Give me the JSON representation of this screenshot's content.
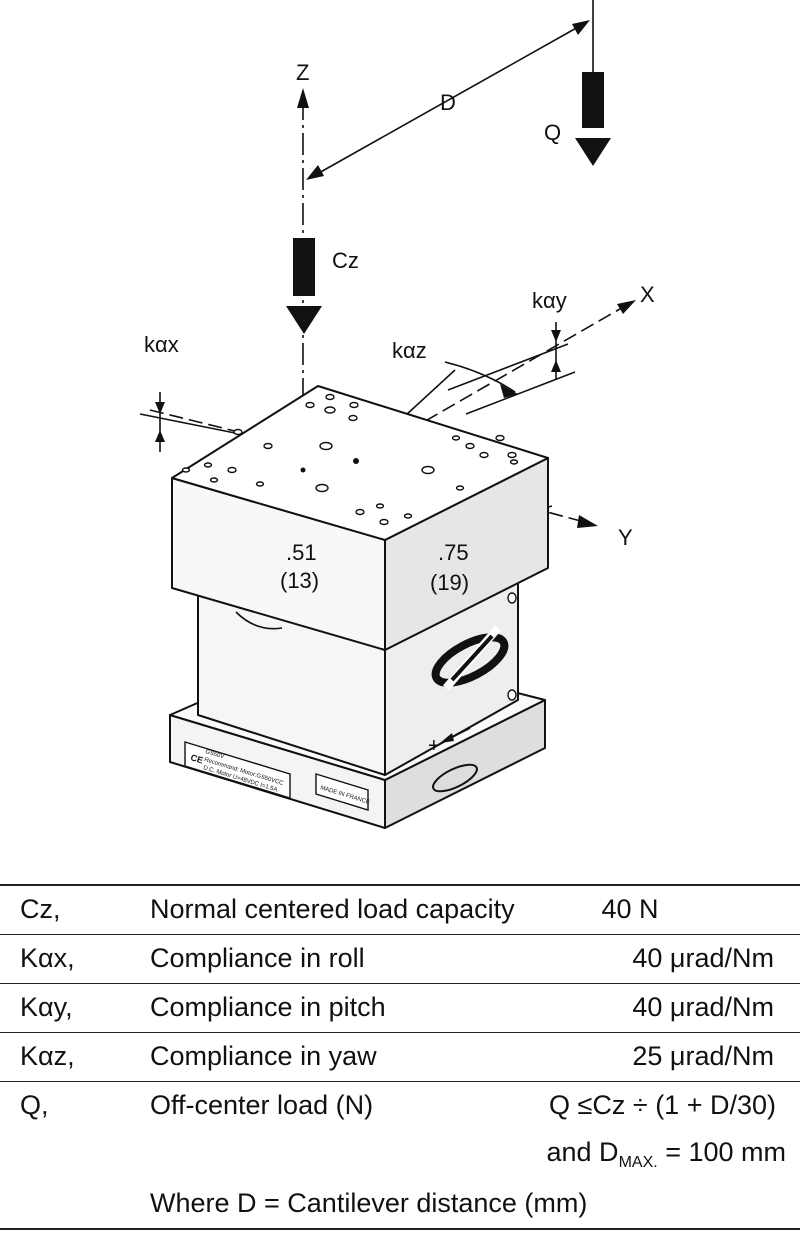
{
  "diagram": {
    "axis_z": "Z",
    "axis_x": "X",
    "axis_y": "Y",
    "dim_d": "D",
    "load_q": "Q",
    "load_cz": "Cz",
    "k_ax": "kαx",
    "k_ay": "kαy",
    "k_az": "kαz",
    "dim1_in": ".51",
    "dim1_mm": "(13)",
    "dim2_in": ".75",
    "dim2_mm": "(19)",
    "plate_line1": "GS50V",
    "plate_line2": "Recommand: Motor:GS50VCC",
    "plate_line3": "D.C. Motor U=48VDC I=1.5A",
    "made_in": "MADE IN FRANCE",
    "direction_mark": "+"
  },
  "table": {
    "rows": [
      {
        "symbol": "Cz,",
        "description": "Normal centered load capacity",
        "value": "40 N"
      },
      {
        "symbol": "Kαx,",
        "description": "Compliance in roll",
        "value": "40 μrad/Nm"
      },
      {
        "symbol": "Kαy,",
        "description": "Compliance in pitch",
        "value": "40 μrad/Nm"
      },
      {
        "symbol": "Kαz,",
        "description": "Compliance in yaw",
        "value": "25 μrad/Nm"
      },
      {
        "symbol": "Q,",
        "description": "Off-center load (N)",
        "value": "Q ≤Cz ÷ (1 + D/30)"
      }
    ],
    "dmax_prefix": "and D",
    "dmax_sub": "MAX.",
    "dmax_suffix": " = 100 mm",
    "footnote": "Where D = Cantilever distance (mm)"
  }
}
